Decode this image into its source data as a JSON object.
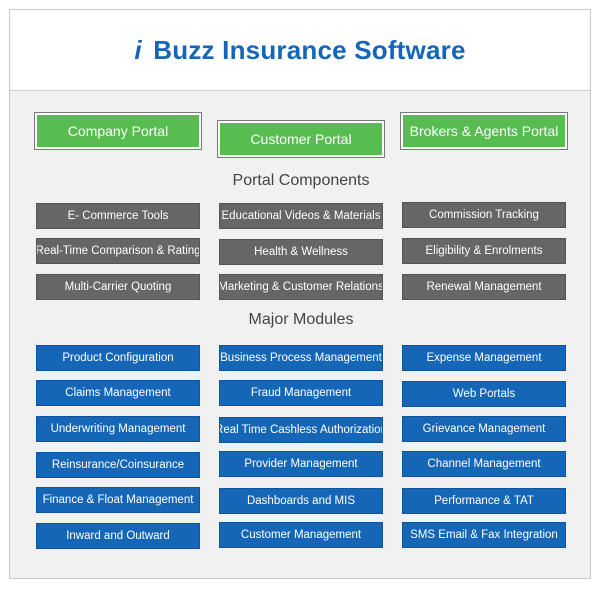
{
  "title": {
    "prefix": "i",
    "text": "Buzz Insurance Software"
  },
  "portals": [
    "Company Portal",
    "Customer Portal",
    "Brokers & Agents Portal"
  ],
  "sections": {
    "components": "Portal Components",
    "modules": "Major Modules"
  },
  "components": [
    [
      "E- Commerce Tools",
      "Educational Videos & Materials",
      "Commission Tracking"
    ],
    [
      "Real-Time Comparison  & Rating",
      "Health & Wellness",
      "Eligibility & Enrolments"
    ],
    [
      "Multi-Carrier Quoting",
      "Marketing & Customer Relations",
      "Renewal Management"
    ]
  ],
  "modules": [
    [
      "Product Configuration",
      "Business Process Management",
      "Expense Management"
    ],
    [
      "Claims Management",
      "Fraud Management",
      "Web  Portals"
    ],
    [
      "Underwriting Management",
      "Real Time Cashless Authorization",
      "Grievance Management"
    ],
    [
      "Reinsurance/Coinsurance",
      "Provider Management",
      "Channel Management"
    ],
    [
      "Finance & Float  Management",
      "Dashboards and MIS",
      "Performance & TAT"
    ],
    [
      "Inward and Outward",
      "Customer Management",
      "SMS Email & Fax Integration"
    ]
  ],
  "colors": {
    "title": "#1666b8",
    "portal": "#57bd50",
    "component": "#666666",
    "module": "#1666b8",
    "background": "#f1f1f1"
  }
}
